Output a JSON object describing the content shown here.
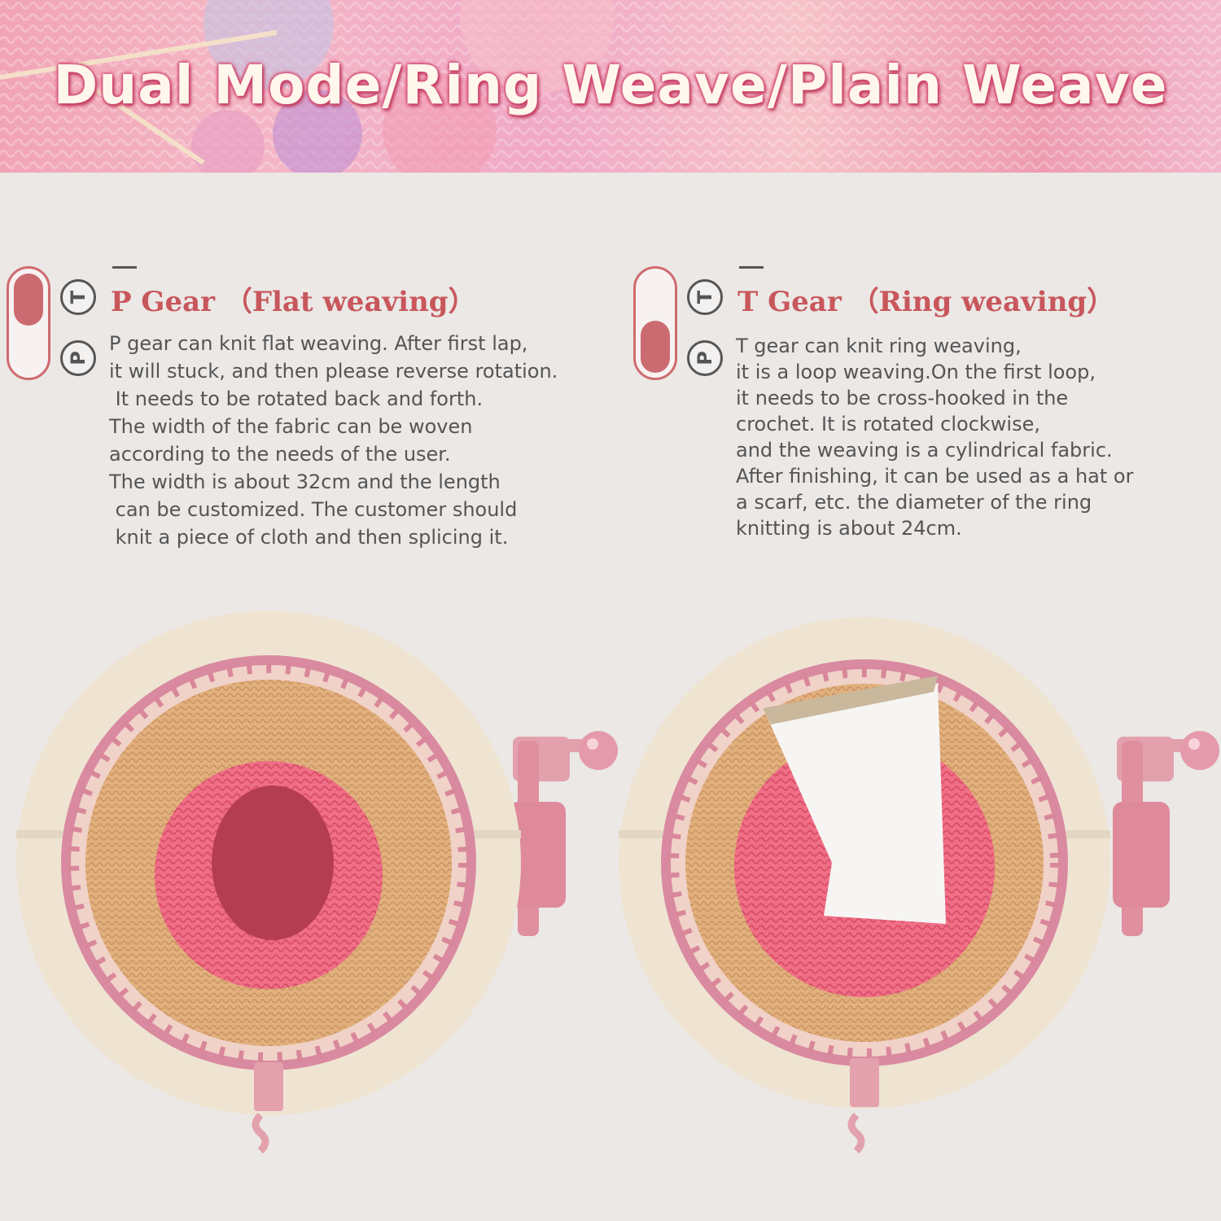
{
  "banner": {
    "title": "Dual Mode/Ring Weave/Plain Weave"
  },
  "modes": [
    {
      "id": "p",
      "title": "P Gear  （Flat weaving）",
      "switch_icons": [
        "T",
        "P"
      ],
      "description": "P gear can knit flat weaving. After first lap,\nit will stuck, and then please reverse rotation.\n It needs to be rotated back and forth.\nThe width of the fabric can be woven\naccording to the needs of the user.\nThe width is about 32cm and the length\n can be customized. The customer should\n knit a piece of cloth and then splicing it."
    },
    {
      "id": "t",
      "title": "T Gear  （Ring weaving）",
      "switch_icons": [
        "T",
        "P"
      ],
      "description": "T gear can knit ring weaving,\nit is a loop weaving.On the first loop,\nit needs to be cross-hooked in the\ncrochet. It is rotated clockwise,\nand the weaving is a cylindrical fabric.\nAfter finishing, it can be used as a hat or\na scarf, etc. the diameter of the ring\nknitting is about 24cm."
    }
  ],
  "colors": {
    "accent": "#c8575c",
    "switch_knob": "#cb6b71",
    "text": "#555555",
    "background": "#ebe8e6",
    "loom_ring": "#efe4d2",
    "yarn_tan": "#e1b07d",
    "yarn_pink": "#ef6f86",
    "crank": "#e3a0ad"
  }
}
